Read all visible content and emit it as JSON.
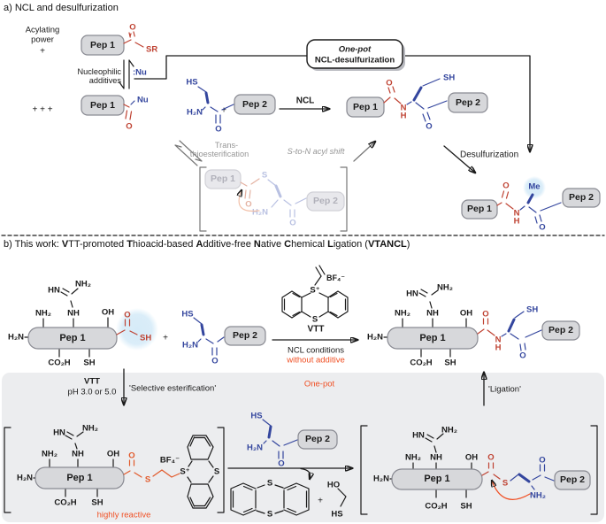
{
  "colors": {
    "red": "#bf4232",
    "blue": "#34469e",
    "orange": "#f04f23",
    "gray_label": "#969696",
    "panel": "#ecedef",
    "highlight": "#d6ebf8"
  },
  "atoms": {
    "O": "O",
    "S": "S",
    "S_plus": "S⁺",
    "SH": "SH",
    "HS": "HS",
    "SR": "SR",
    "N": "N",
    "H": "H",
    "H2N": "H₂N",
    "NH2": "NH₂",
    "NH": "NH",
    "HN": "HN",
    "OH": "OH",
    "HO": "HO",
    "CO2H": "CO₂H",
    "Nu": "Nu",
    "Nu_colon": ":Nu",
    "Me": "Me",
    "BF4": "BF₄⁻",
    "plus": "+",
    "plus_row": "+ + +"
  },
  "pep": {
    "p1": "Pep 1",
    "p2": "Pep 2"
  },
  "section_a": {
    "title": "a) NCL and desulfurization",
    "acylating": {
      "l1": "Acylating",
      "l2": "power"
    },
    "nucleophilic": {
      "l1": "Nucleophilic",
      "l2": "additives"
    },
    "ncl": "NCL",
    "one_pot": {
      "l1": "One-pot",
      "l2": "NCL-desulfurization"
    },
    "trans": {
      "l1": "Trans-",
      "l2": "thioesterification"
    },
    "shift": "S-to-N acyl shift",
    "desulf": "Desulfurization"
  },
  "section_b": {
    "title_segments": [
      {
        "t": "b) This work: "
      },
      {
        "t": "V",
        "b": true
      },
      {
        "t": "TT-promoted "
      },
      {
        "t": "T",
        "b": true
      },
      {
        "t": "hioacid-based "
      },
      {
        "t": "A",
        "b": true
      },
      {
        "t": "dditive-free "
      },
      {
        "t": "N",
        "b": true
      },
      {
        "t": "ative "
      },
      {
        "t": "C",
        "b": true
      },
      {
        "t": "hemical "
      },
      {
        "t": "L",
        "b": true
      },
      {
        "t": "igation ("
      },
      {
        "t": "VTANCL",
        "b": true
      },
      {
        "t": ")"
      }
    ],
    "vtt": "VTT",
    "cond1": "NCL conditions",
    "cond2": "without additive",
    "est_vtt": "VTT",
    "est_ph": "pH 3.0 or 5.0",
    "est_label": "'Selective esterification'",
    "one_pot": "One-pot",
    "ligation": "'Ligation'",
    "highly": "highly reactive"
  }
}
